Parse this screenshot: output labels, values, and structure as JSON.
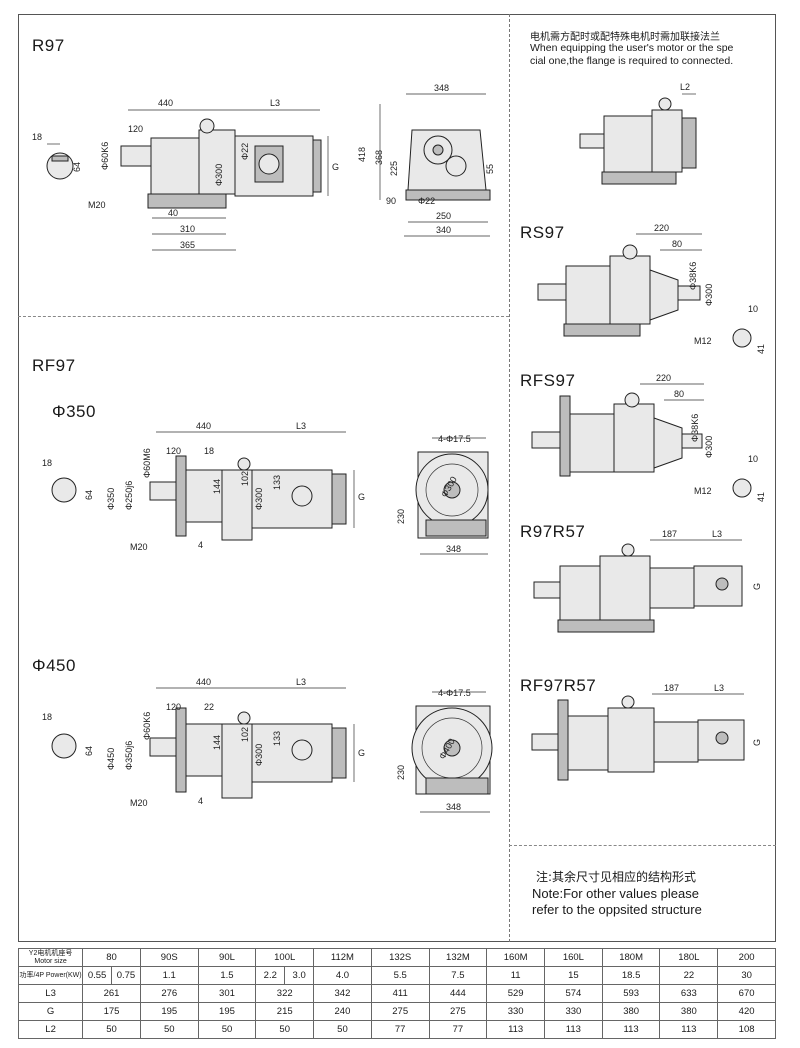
{
  "sections": {
    "r97": "R97",
    "rf97": "RF97",
    "rf97_350": "Φ350",
    "rf97_450": "Φ450",
    "rs97": "RS97",
    "rfs97": "RFS97",
    "r97r57": "R97R57",
    "rf97r57": "RF97R57"
  },
  "flange_note": {
    "cn": "电机需方配时或配特殊电机时需加联接法兰",
    "en_line1": "When equipping the user's motor or the spe",
    "en_line2": "cial one,the flange is required to connected."
  },
  "footer_note": {
    "cn": "注:其余尺寸见相应的结构形式",
    "en_line1": "Note:For other values please",
    "en_line2": "refer to the oppsited structure"
  },
  "dims": {
    "r97": {
      "a440": "440",
      "l3": "L3",
      "a120": "120",
      "d60": "Φ60K6",
      "d300": "Φ300",
      "d22": "Φ22",
      "g": "G",
      "a40": "40",
      "a310": "310",
      "a365": "365",
      "m20": "M20",
      "a18": "18",
      "a64": "64",
      "s348": "348",
      "s418": "418",
      "s368": "368",
      "s225": "225",
      "s55": "55",
      "s90": "90",
      "s250": "250",
      "s340": "340",
      "sd22": "Φ22"
    },
    "l2": "L2",
    "rs97": {
      "a220": "220",
      "a80": "80",
      "d38": "Φ38K6",
      "d300": "Φ300",
      "m12": "M12",
      "a10": "10",
      "a41": "41"
    },
    "rfs97": {
      "a220": "220",
      "a80": "80",
      "d38": "Φ38K6",
      "d300": "Φ300",
      "m12": "M12",
      "a10": "10",
      "a41": "41"
    },
    "r97r57": {
      "a187": "187",
      "l3": "L3",
      "g": "G"
    },
    "rf97r57": {
      "a187": "187",
      "l3": "L3",
      "g": "G"
    },
    "rf350": {
      "a440": "440",
      "l3": "L3",
      "a120": "120",
      "a18": "18",
      "d60": "Φ60M6",
      "d250": "Φ250j6",
      "d350": "Φ350",
      "a144": "144",
      "d102": "102",
      "d300": "Φ300",
      "d133": "133",
      "g": "G",
      "m20": "M20",
      "a4": "4",
      "l18": "18",
      "l64": "64",
      "bolt": "4-Φ17.5",
      "pcd": "Φ300",
      "w348": "348",
      "h230": "230"
    },
    "rf450": {
      "a440": "440",
      "l3": "L3",
      "a120": "120",
      "a22": "22",
      "d60": "Φ60K6",
      "d350": "Φ350j6",
      "d450": "Φ450",
      "a144": "144",
      "d102": "102",
      "d300": "Φ300",
      "d133": "133",
      "g": "G",
      "m20": "M20",
      "a4": "4",
      "l18": "18",
      "l64": "64",
      "bolt": "4-Φ17.5",
      "pcd": "Φ400",
      "w348": "348",
      "h230": "230"
    }
  },
  "table": {
    "rows": [
      {
        "label": "Y2电机机座号 Motor size",
        "cells": [
          "80",
          "90S",
          "90L",
          "100L",
          "112M",
          "132S",
          "132M",
          "160M",
          "160L",
          "180M",
          "180L",
          "200"
        ]
      },
      {
        "label": "功率/4P Power(KW)",
        "cells": [
          "0.55",
          "0.75",
          "1.1",
          "1.5",
          "2.2",
          "3.0",
          "4.0",
          "5.5",
          "7.5",
          "11",
          "15",
          "18.5",
          "22",
          "30"
        ]
      },
      {
        "label": "L3",
        "cells": [
          "261",
          "276",
          "301",
          "322",
          "342",
          "411",
          "444",
          "529",
          "574",
          "593",
          "633",
          "670"
        ]
      },
      {
        "label": "G",
        "cells": [
          "175",
          "195",
          "195",
          "215",
          "240",
          "275",
          "275",
          "330",
          "330",
          "380",
          "380",
          "420"
        ]
      },
      {
        "label": "L2",
        "cells": [
          "50",
          "50",
          "50",
          "50",
          "50",
          "77",
          "77",
          "113",
          "113",
          "113",
          "113",
          "108"
        ]
      }
    ]
  }
}
